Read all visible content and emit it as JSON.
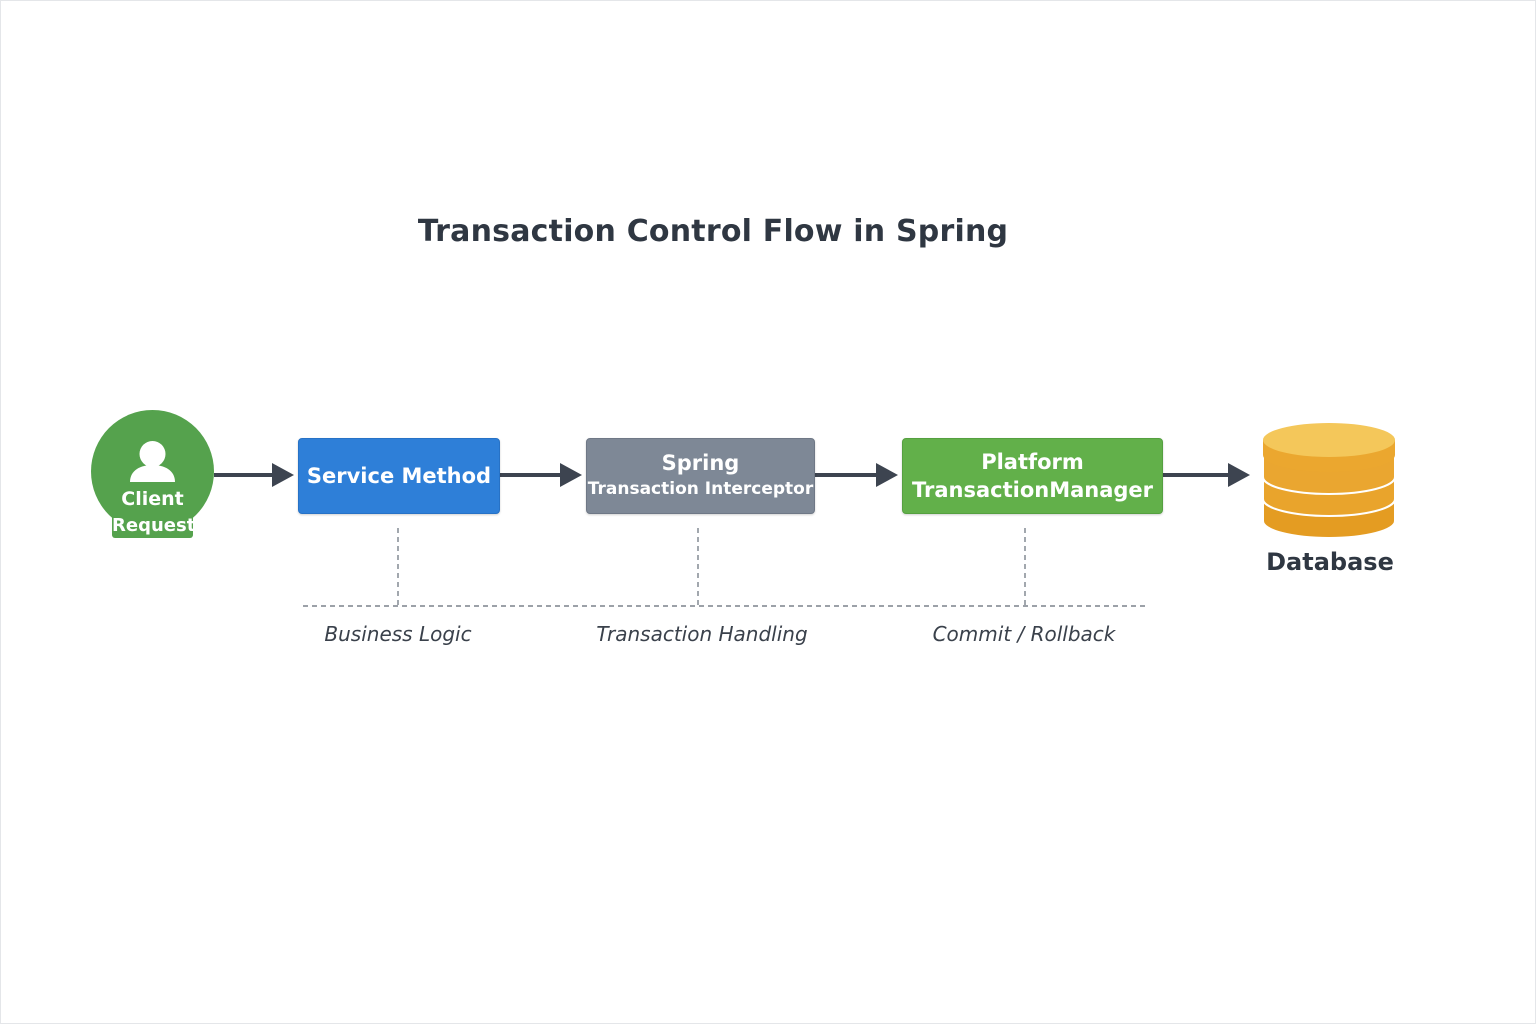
{
  "title": "Transaction Control Flow in Spring",
  "nodes": {
    "client": {
      "line1": "Client",
      "line2": "Request",
      "icon": "user-icon"
    },
    "service": {
      "label": "Service Method"
    },
    "interceptor": {
      "line1": "Spring",
      "line2": "Transaction Interceptor"
    },
    "manager": {
      "line1": "Platform",
      "line2": "TransactionManager"
    },
    "database": {
      "label": "Database",
      "icon": "database-icon"
    }
  },
  "captions": {
    "business": "Business Logic",
    "transaction": "Transaction Handling",
    "commit": "Commit / Rollback"
  },
  "colors": {
    "client": "#55a24d",
    "service": "#2e7fd8",
    "interceptor": "#7e8896",
    "manager": "#62b04a",
    "database": "#eba72f",
    "arrow": "#3d4450"
  }
}
